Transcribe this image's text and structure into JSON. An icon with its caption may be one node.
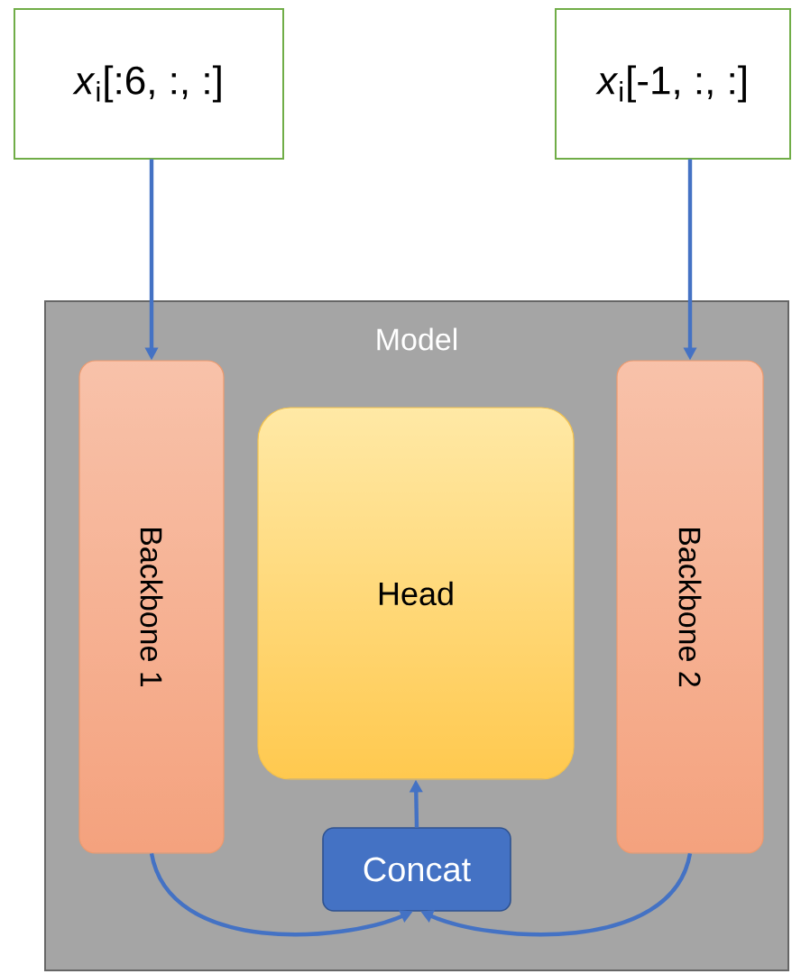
{
  "diagram": {
    "nodes": [
      {
        "text": [
          "*x*$_{i}$[:6, :, :]"
        ]
      },
      {
        "text": [
          "*x*$_{i}$[-1, :, :]"
        ]
      },
      {
        "text": [
          "Model"
        ]
      },
      {
        "text": [
          "Backbone 1"
        ],
        "in": 2
      },
      {
        "text": [
          "Head"
        ],
        "in": 2
      },
      {
        "text": [
          "Backbone 2"
        ],
        "in": 2
      },
      {
        "text": [
          "Concat"
        ],
        "in": 2
      }
    ],
    "edges": [
      {
        "from": 0,
        "to": 3,
        "arrow": "to"
      },
      {
        "from": 1,
        "to": 5,
        "arrow": "to"
      },
      {
        "from": 3,
        "to": 6,
        "arrow": "to"
      },
      {
        "from": 5,
        "to": 6,
        "arrow": "to"
      },
      {
        "from": 6,
        "to": 4,
        "arrow": "to"
      }
    ]
  }
}
